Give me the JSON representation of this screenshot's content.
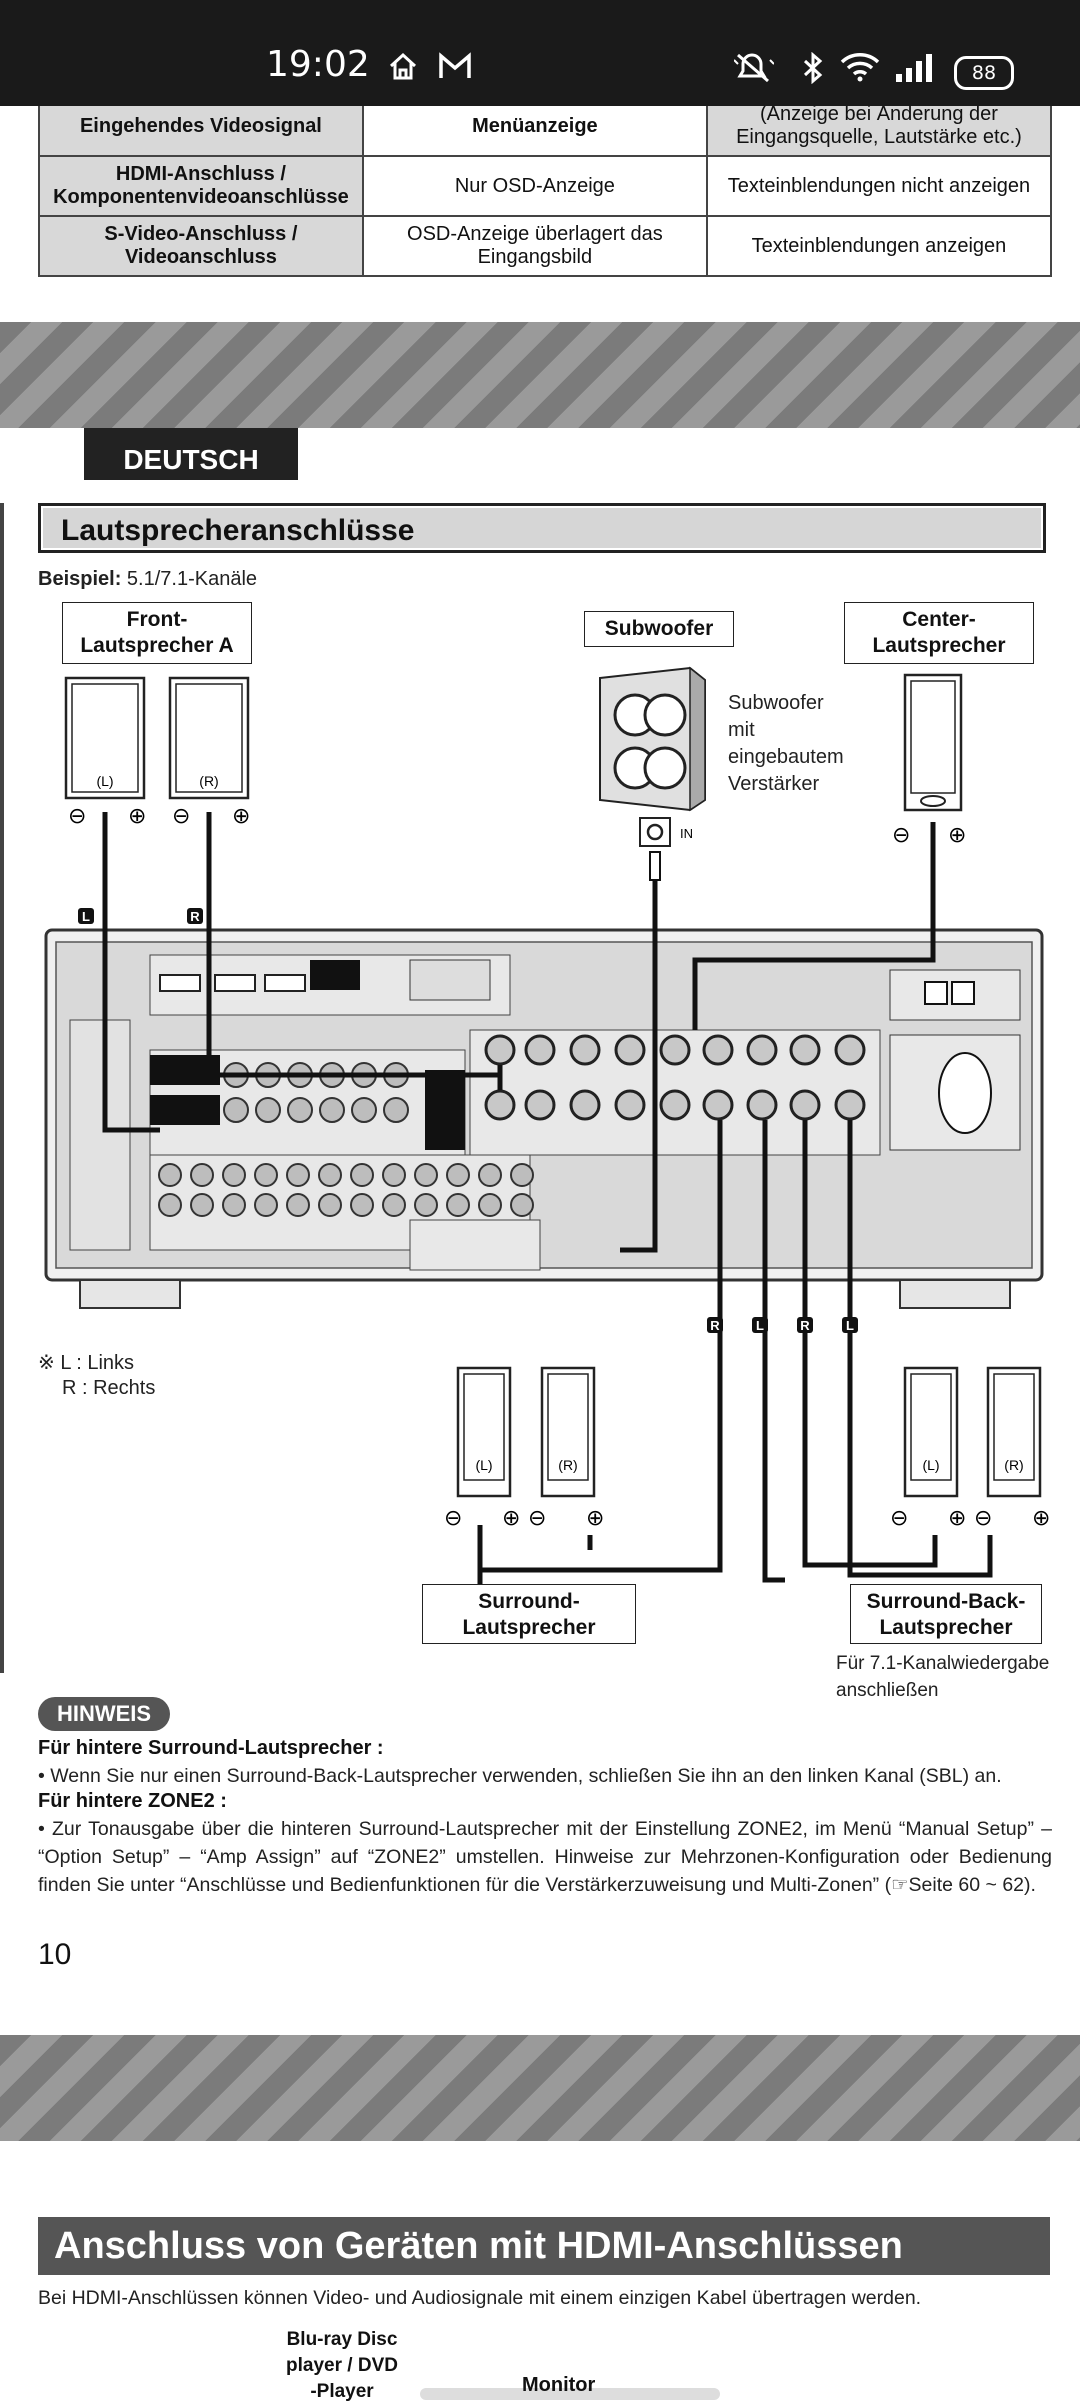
{
  "status_bar": {
    "time": "19:02",
    "battery": "88",
    "icons": [
      "home-icon",
      "mail-icon",
      "mute-icon",
      "bluetooth-icon",
      "wifi-icon",
      "signal-icon"
    ]
  },
  "table": {
    "row0": {
      "c1": "Eingehendes Videosignal",
      "c2": "Menüanzeige",
      "c3": "(Anzeige bei Änderung der Eingangsquelle, Lautstärke etc.)"
    },
    "row1": {
      "c1": "HDMI-Anschluss / Komponentenvideoanschlüsse",
      "c2": "Nur OSD-Anzeige",
      "c3": "Texteinblendungen nicht anzeigen"
    },
    "row2": {
      "c1": "S-Video-Anschluss / Videoanschluss",
      "c2": "OSD-Anzeige überlagert das Eingangsbild",
      "c3": "Texteinblendungen anzeigen"
    }
  },
  "language_tab": "DEUTSCH",
  "section_title": "Lautsprecheranschlüsse",
  "example_label": "Beispiel:",
  "example_value": "5.1/7.1-Kanäle",
  "diagram": {
    "front_label": "Front-\nLautsprecher A",
    "subwoofer_label": "Subwoofer",
    "center_label": "Center-\nLautsprecher",
    "subwoofer_desc": "Subwoofer\nmit\neingebautem\nVerstärker",
    "sub_in": "IN",
    "left": "(L)",
    "right": "(R)",
    "L": "L",
    "R": "R",
    "legend_l": "※ L : Links",
    "legend_r": "R : Rechts",
    "surround_label": "Surround-\nLautsprecher",
    "surround_back_label": "Surround-Back-\nLautsprecher",
    "surround_back_note": "Für 7.1-Kanalwiedergabe\nanschließen"
  },
  "hinweis": {
    "badge": "HINWEIS",
    "h1": "Für hintere Surround-Lautsprecher :",
    "p1": "• Wenn Sie nur einen Surround-Back-Lautsprecher verwenden, schließen Sie ihn an den linken Kanal (SBL) an.",
    "h2": "Für hintere ZONE2 :",
    "p2": "• Zur Tonausgabe über die hinteren Surround-Lautsprecher mit der Einstellung ZONE2, im Menü “Manual Setup” – “Option Setup” – “Amp Assign” auf “ZONE2” umstellen. Hinweise zur Mehrzonen-Konfiguration oder Bedienung finden Sie unter “Anschlüsse und Bedienfunktionen für die Verstärkerzuweisung und Multi-Zonen” (☞Seite 60 ~ 62)."
  },
  "page_number": "10",
  "next_section": {
    "title": "Anschluss von Geräten mit HDMI-Anschlüssen",
    "intro": "Bei HDMI-Anschlüssen können Video- und Audiosignale mit einem einzigen Kabel übertragen werden.",
    "player_label": "Blu-ray Disc\nplayer / DVD\n-Player",
    "monitor_label": "Monitor"
  }
}
